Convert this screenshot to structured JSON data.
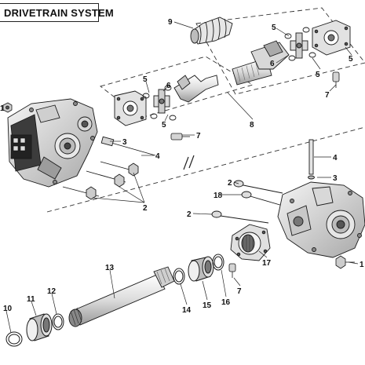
{
  "title": "DRIVETRAIN SYSTEM",
  "callouts": [
    "1",
    "2",
    "3",
    "4",
    "5",
    "6",
    "7",
    "8",
    "9",
    "10",
    "11",
    "12",
    "13",
    "14",
    "15",
    "16",
    "17",
    "18"
  ],
  "colors": {
    "line": "#1a1a1a",
    "part_fill": "#f2f2f2",
    "shade": "#b8b8b8",
    "dark": "#6a6a6a"
  }
}
